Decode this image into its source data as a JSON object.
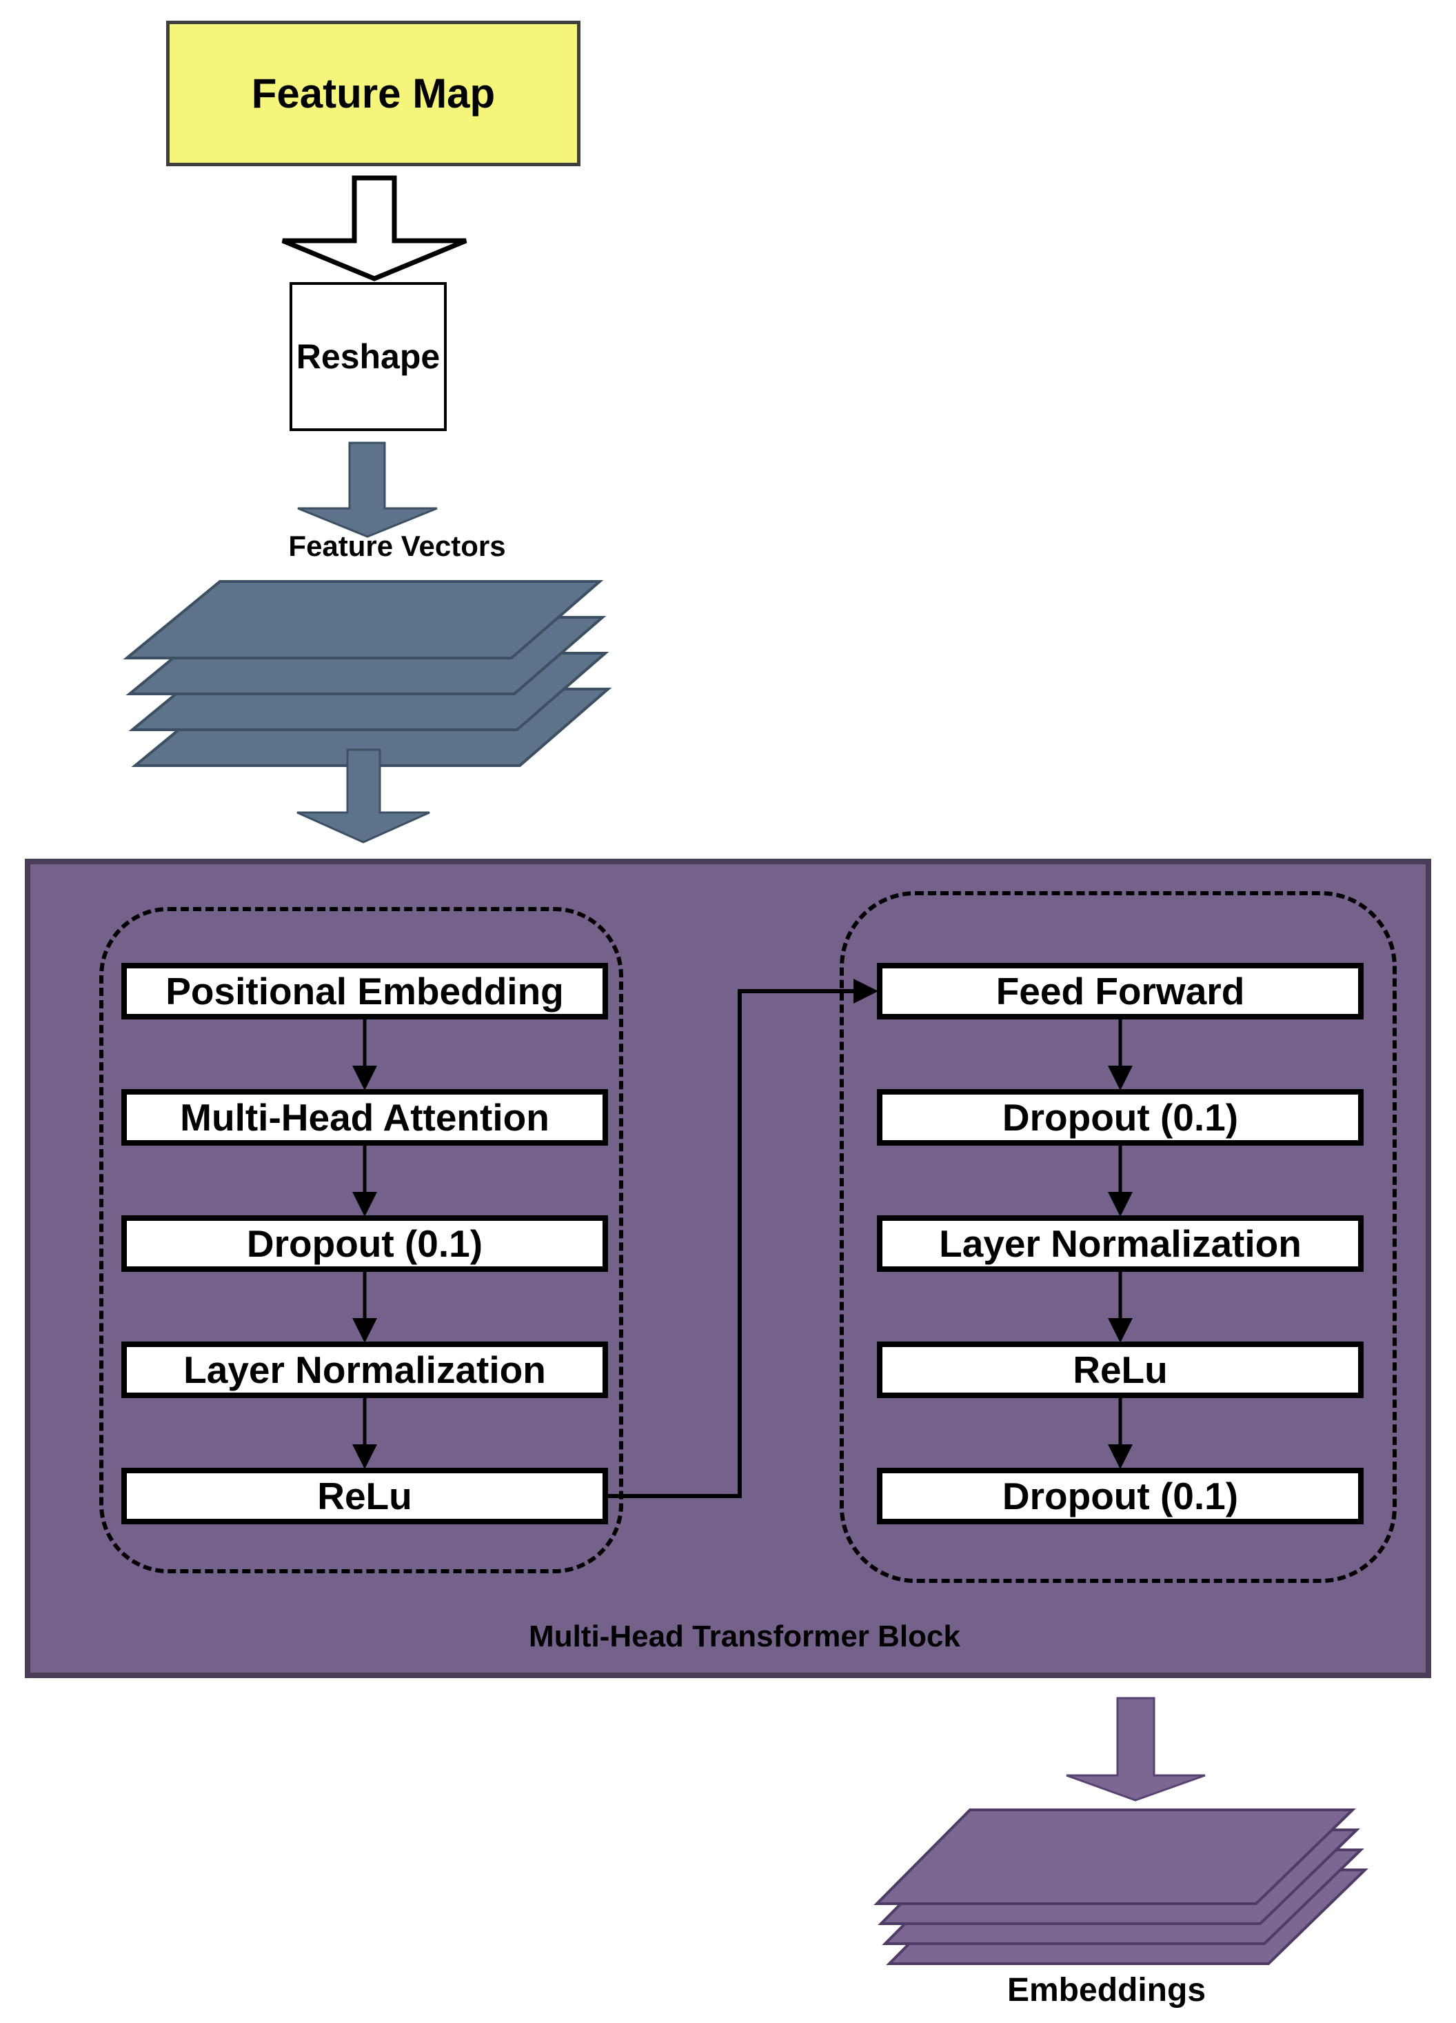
{
  "diagram": {
    "feature_map_label": "Feature Map",
    "reshape_label": "Reshape",
    "feature_vectors_label": "Feature Vectors",
    "transformer_block_label": "Multi-Head Transformer Block",
    "left_branch": [
      "Positional Embedding",
      "Multi-Head Attention",
      "Dropout (0.1)",
      "Layer Normalization",
      "ReLu"
    ],
    "right_branch": [
      "Feed Forward",
      "Dropout (0.1)",
      "Layer Normalization",
      "ReLu",
      "Dropout (0.1)"
    ],
    "embeddings_label": "Embeddings",
    "colors": {
      "feature_map_fill": "#F5F57B",
      "feature_map_border": "#3E3E3E",
      "slate_fill": "#5C7389",
      "slate_border": "#3C5063",
      "block_fill": "#75628B",
      "block_border": "#493D58",
      "purple_sheet_fill": "#7C6793",
      "purple_sheet_border": "#4E3B66",
      "box_fill": "#FFFFFF",
      "outline": "#000000"
    }
  }
}
